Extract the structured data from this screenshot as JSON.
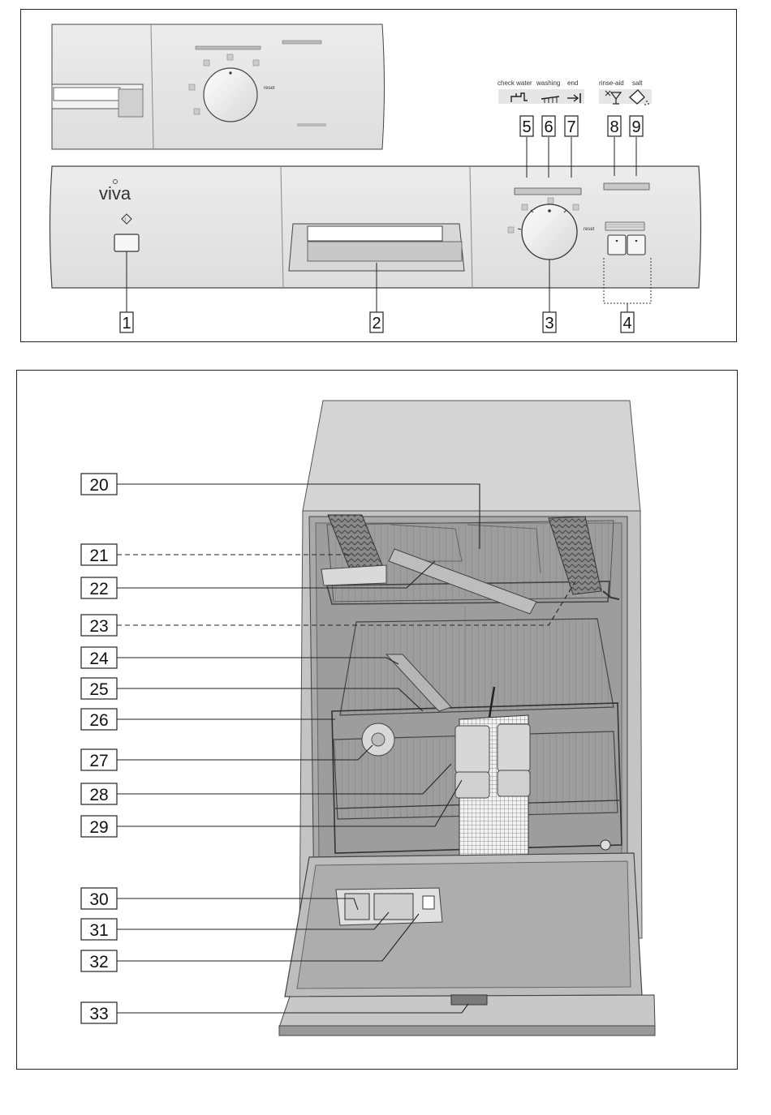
{
  "brand": "viva",
  "control_panel": {
    "knob_label": "reset",
    "indicators": [
      {
        "label": "check water",
        "callout": "5"
      },
      {
        "label": "washing",
        "callout": "6"
      },
      {
        "label": "end",
        "callout": "7"
      },
      {
        "label": "rinse-aid",
        "callout": "8"
      },
      {
        "label": "salt",
        "callout": "9"
      }
    ],
    "callouts": [
      "1",
      "2",
      "3",
      "4"
    ],
    "icons": [
      "start-key-icon",
      "tap-icon",
      "wash-spray-icon",
      "end-arrow-icon",
      "rinse-aid-glass-icon",
      "salt-pour-icon"
    ]
  },
  "interior": {
    "callouts": [
      "20",
      "21",
      "22",
      "23",
      "24",
      "25",
      "26",
      "27",
      "28",
      "29",
      "30",
      "31",
      "32",
      "33"
    ]
  },
  "colors": {
    "panel_gray": "#e4e4e4",
    "panel_shade": "#cfcfcf",
    "outline": "#222222",
    "tub_gray": "#c9c9c9",
    "door_gray": "#bdbdbd"
  }
}
